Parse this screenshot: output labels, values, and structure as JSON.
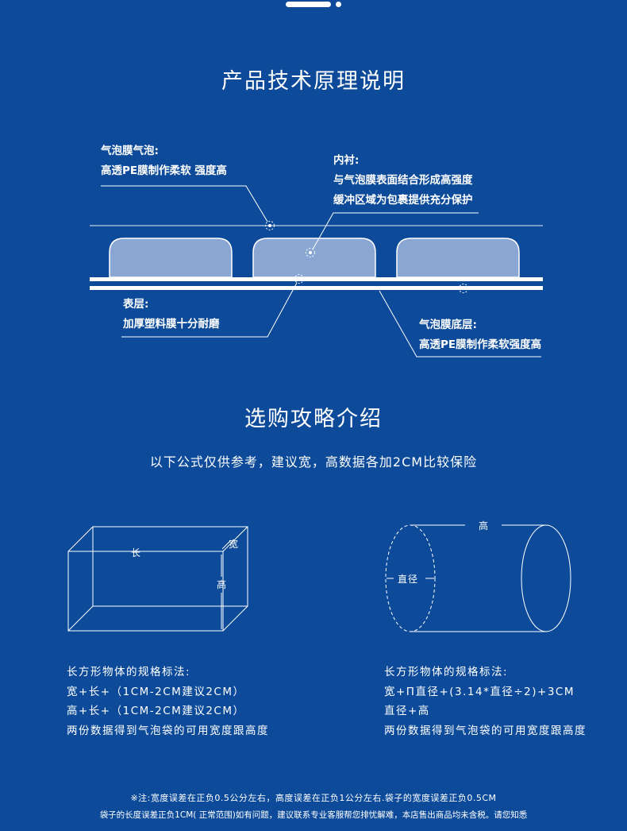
{
  "section1": {
    "title": "产品技术原理说明",
    "bubble": {
      "title": "气泡膜气泡:",
      "desc": "高透PE膜制作柔软 强度高"
    },
    "lining": {
      "title": "内衬:",
      "line1": "与气泡膜表面结合形成高强度",
      "line2": "缓冲区域为包裹提供充分保护"
    },
    "surface": {
      "title": "表层:",
      "desc": "加厚塑料膜十分耐磨"
    },
    "bottom": {
      "title": "气泡膜底层:",
      "desc": "高透PE膜制作柔软强度高"
    }
  },
  "section2": {
    "title": "选购攻略介绍",
    "subtitle": "以下公式仅供参考，建议宽，高数据各加2CM比较保险",
    "box": {
      "length": "长",
      "width": "宽",
      "height": "高"
    },
    "cylinder": {
      "height": "高",
      "diameter": "直径"
    },
    "left_text": [
      "长方形物体的规格标法:",
      "宽+长+（1CM-2CM建议2CM）",
      "高+长+（1CM-2CM建议2CM）",
      "两份数据得到气泡袋的可用宽度跟高度"
    ],
    "right_text": [
      "长方形物体的规格标法:",
      "宽+Π直径+(3.14*直径÷2)+3CM",
      "直径+高",
      "两份数据得到气泡袋的可用宽度跟高度"
    ]
  },
  "footer": {
    "line1": "※注:宽度误差在正负0.5公分左右，高度误差在正负1公分左右.袋子的宽度误差正负0.5CM",
    "line2": "袋子的长度误差正负1CM( 正常范围)如有问题，建议联系专业客服帮您排忧解难，本店售出商品均未含税。请您知悉"
  }
}
